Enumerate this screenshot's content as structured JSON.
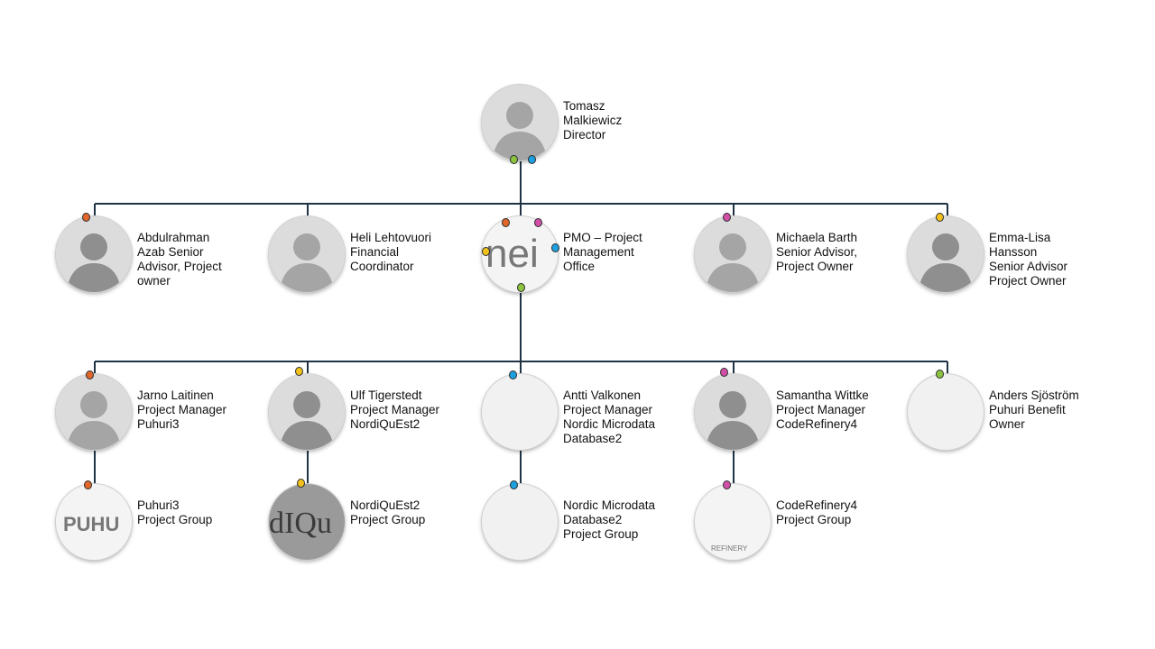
{
  "colors": {
    "connector": "#1f3345",
    "orange": "#e0662b",
    "pink": "#d24fa8",
    "yellow": "#f2c21b",
    "green": "#8cc43f",
    "blue": "#1ea0e0"
  },
  "nodes": [
    {
      "id": "tomasz",
      "label": "Tomasz\nMalkiewicz\nDirector",
      "avatar": "person-photo",
      "dots": [
        "green",
        "blue"
      ]
    },
    {
      "id": "abdulrahman",
      "label": "Abdulrahman\nAzab Senior\nAdvisor, Project\nowner",
      "avatar": "person-photo",
      "dots": [
        "orange"
      ]
    },
    {
      "id": "heli",
      "label": "Heli Lehtovuori\nFinancial\nCoordinator",
      "avatar": "person-photo",
      "dots": []
    },
    {
      "id": "pmo",
      "label": "PMO – Project\nManagement\nOffice",
      "avatar": "neic-logo",
      "logo_text": "nei",
      "dots": [
        "orange",
        "pink",
        "yellow",
        "blue",
        "green"
      ]
    },
    {
      "id": "michaela",
      "label": "Michaela Barth\nSenior Advisor,\nProject Owner",
      "avatar": "person-photo",
      "dots": [
        "pink"
      ]
    },
    {
      "id": "emma",
      "label": "Emma-Lisa\nHansson\nSenior Advisor\nProject Owner",
      "avatar": "person-photo",
      "dots": [
        "yellow"
      ]
    },
    {
      "id": "jarno",
      "label": "Jarno Laitinen\nProject Manager\nPuhuri3",
      "avatar": "person-photo",
      "dots": [
        "orange"
      ]
    },
    {
      "id": "ulf",
      "label": "Ulf Tigerstedt\nProject Manager\nNordiQuEst2",
      "avatar": "person-photo",
      "dots": [
        "yellow"
      ]
    },
    {
      "id": "antti",
      "label": "Antti Valkonen\nProject Manager\nNordic Microdata\nDatabase2",
      "avatar": "blank",
      "dots": [
        "blue"
      ]
    },
    {
      "id": "samantha",
      "label": "Samantha Wittke\nProject Manager\nCodeRefinery4",
      "avatar": "person-photo",
      "dots": [
        "pink"
      ]
    },
    {
      "id": "anders",
      "label": "Anders Sjöström\nPuhuri Benefit\nOwner",
      "avatar": "blank",
      "dots": [
        "green"
      ]
    },
    {
      "id": "puhuri-group",
      "label": "Puhuri3\nProject Group",
      "avatar": "puhuri-logo",
      "logo_text": "PUHU",
      "dots": [
        "orange"
      ]
    },
    {
      "id": "nordiquest-group",
      "label": "NordiQuEst2\nProject Group",
      "avatar": "nordiquest-logo",
      "logo_text": "dIQu",
      "dots": [
        "yellow"
      ]
    },
    {
      "id": "nmd-group",
      "label": "Nordic Microdata\nDatabase2\nProject Group",
      "avatar": "blank",
      "dots": [
        "blue"
      ]
    },
    {
      "id": "coderefinery-group",
      "label": "CodeRefinery4\nProject Group",
      "avatar": "coderefinery-logo",
      "logo_text": "REFINERY",
      "dots": [
        "pink"
      ]
    }
  ]
}
